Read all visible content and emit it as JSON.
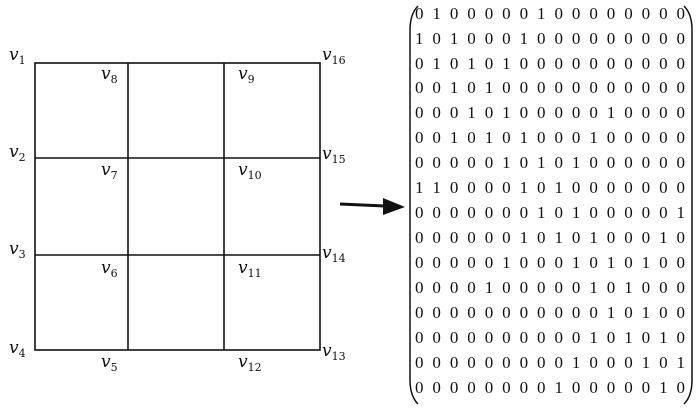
{
  "vertices": [
    {
      "name": "v",
      "index": "1"
    },
    {
      "name": "v",
      "index": "2"
    },
    {
      "name": "v",
      "index": "3"
    },
    {
      "name": "v",
      "index": "4"
    },
    {
      "name": "v",
      "index": "5"
    },
    {
      "name": "v",
      "index": "6"
    },
    {
      "name": "v",
      "index": "7"
    },
    {
      "name": "v",
      "index": "8"
    },
    {
      "name": "v",
      "index": "9"
    },
    {
      "name": "v",
      "index": "10"
    },
    {
      "name": "v",
      "index": "11"
    },
    {
      "name": "v",
      "index": "12"
    },
    {
      "name": "v",
      "index": "13"
    },
    {
      "name": "v",
      "index": "14"
    },
    {
      "name": "v",
      "index": "15"
    },
    {
      "name": "v",
      "index": "16"
    }
  ],
  "matrix_rows": [
    "0 1 0 0 0 0 0 1 0 0 0 0 0 0 0 0",
    "1 0 1 0 0 0 1 0 0 0 0 0 0 0 0 0",
    "0 1 0 1 0 1 0 0 0 0 0 0 0 0 0 0",
    "0 0 1 0 1 0 0 0 0 0 0 0 0 0 0 0",
    "0 0 0 1 0 1 0 0 0 0 0 1 0 0 0 0",
    "0 0 1 0 1 0 1 0 0 0 1 0 0 0 0 0",
    "0 0 0 0 0 1 0 1 0 1 0 0 0 0 0 0",
    "1 1 0 0 0 0 1 0 1 0 0 0 0 0 0 0",
    "0 0 0 0 0 0 0 1 0 1 0 0 0 0 0 1",
    "0 0 0 0 0 0 1 0 1 0 1 0 0 0 1 0",
    "0 0 0 0 0 1 0 0 0 1 0 1 0 1 0 0",
    "0 0 0 0 1 0 0 0 0 0 1 0 1 0 0 0",
    "0 0 0 0 0 0 0 0 0 0 0 1 0 1 0 0",
    "0 0 0 0 0 0 0 0 0 0 1 0 1 0 1 0",
    "0 0 0 0 0 0 0 0 0 1 0 0 0 1 0 1",
    "0 0 0 0 0 0 0 0 1 0 0 0 0 0 1 0"
  ],
  "colors": {
    "ink": "#111111",
    "background": "#ffffff"
  }
}
